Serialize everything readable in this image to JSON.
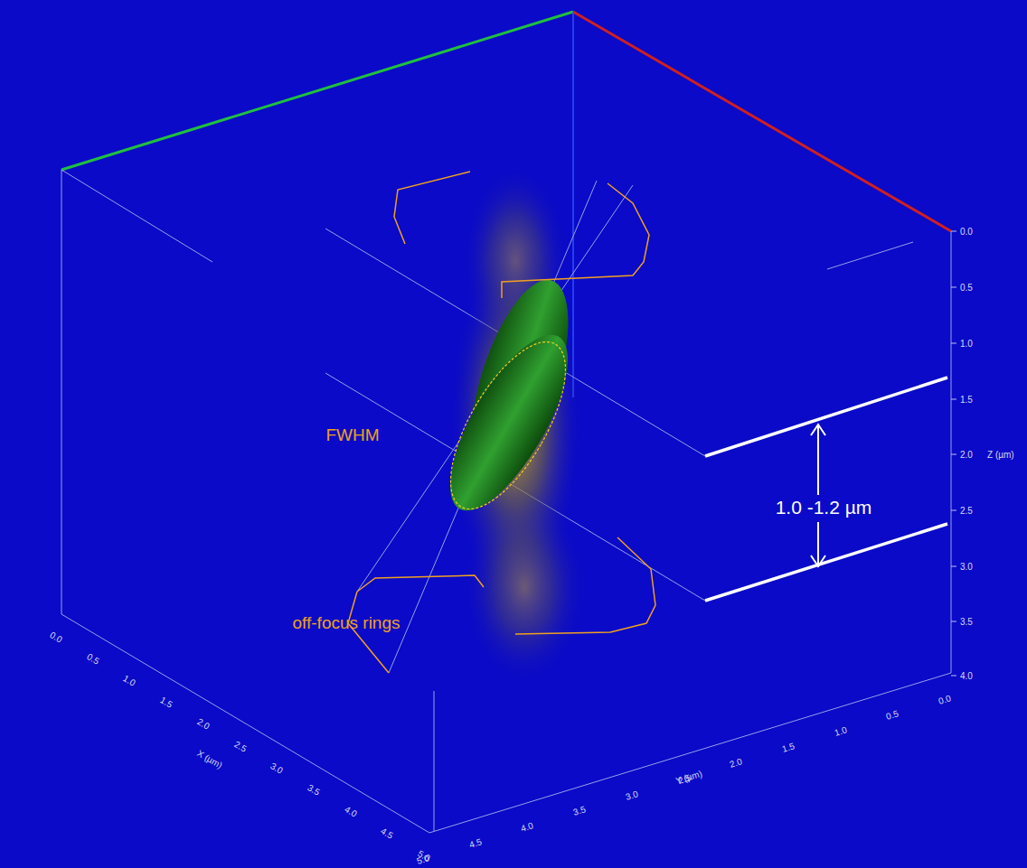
{
  "diagram": {
    "labels": [
      "FWHM",
      "off-focus rings",
      "1.0 -1.2 µm",
      "0.0",
      "0.5",
      "1.0",
      "1.5",
      "2.0",
      "2.5",
      "3.0",
      "3.5",
      "4.0",
      "Z (µm)",
      "0.0",
      "0.5",
      "1.0",
      "1.5",
      "2.0",
      "2.5",
      "3.0",
      "3.5",
      "4.0",
      "4.5",
      "5.0",
      "X (µm)",
      "5.0",
      "4.5",
      "4.0",
      "3.5",
      "3.0",
      "2.5",
      "2.0",
      "1.5",
      "1.0",
      "0.5",
      "0.0",
      "Y (µm)"
    ]
  }
}
